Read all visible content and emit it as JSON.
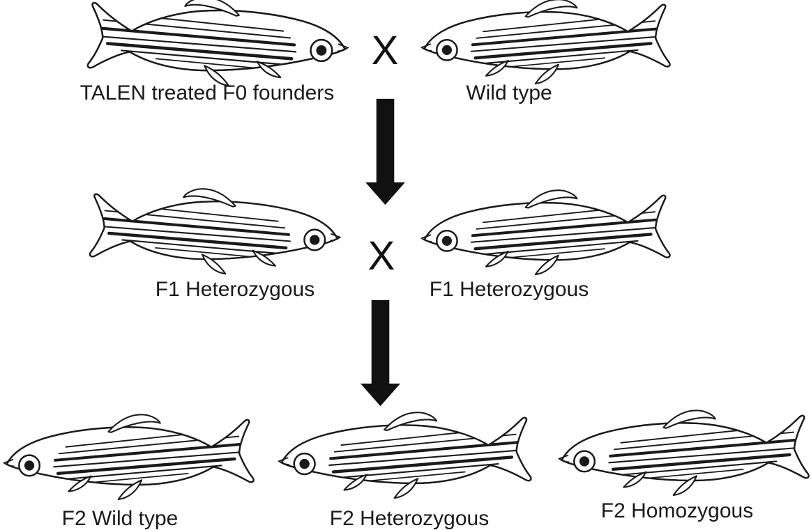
{
  "diagram": {
    "cross_symbol": "X",
    "colors": {
      "line": "#1a1a1a",
      "background": "#ffffff",
      "arrow": "#111111"
    },
    "rows": [
      {
        "generation": "parents",
        "fishes": [
          {
            "label": "TALEN treated F0 founders",
            "facing": "right"
          },
          {
            "label": "Wild type",
            "facing": "left"
          }
        ],
        "cross": "X",
        "arrow_down": true
      },
      {
        "generation": "F1",
        "fishes": [
          {
            "label": "F1 Heterozygous",
            "facing": "right"
          },
          {
            "label": "F1 Heterozygous",
            "facing": "left"
          }
        ],
        "cross": "X",
        "arrow_down": true
      },
      {
        "generation": "F2",
        "fishes": [
          {
            "label": "F2 Wild type",
            "facing": "left"
          },
          {
            "label": "F2 Heterozygous",
            "facing": "left"
          },
          {
            "label": "F2 Homozygous",
            "facing": "left"
          }
        ],
        "cross": null,
        "arrow_down": false
      }
    ]
  }
}
